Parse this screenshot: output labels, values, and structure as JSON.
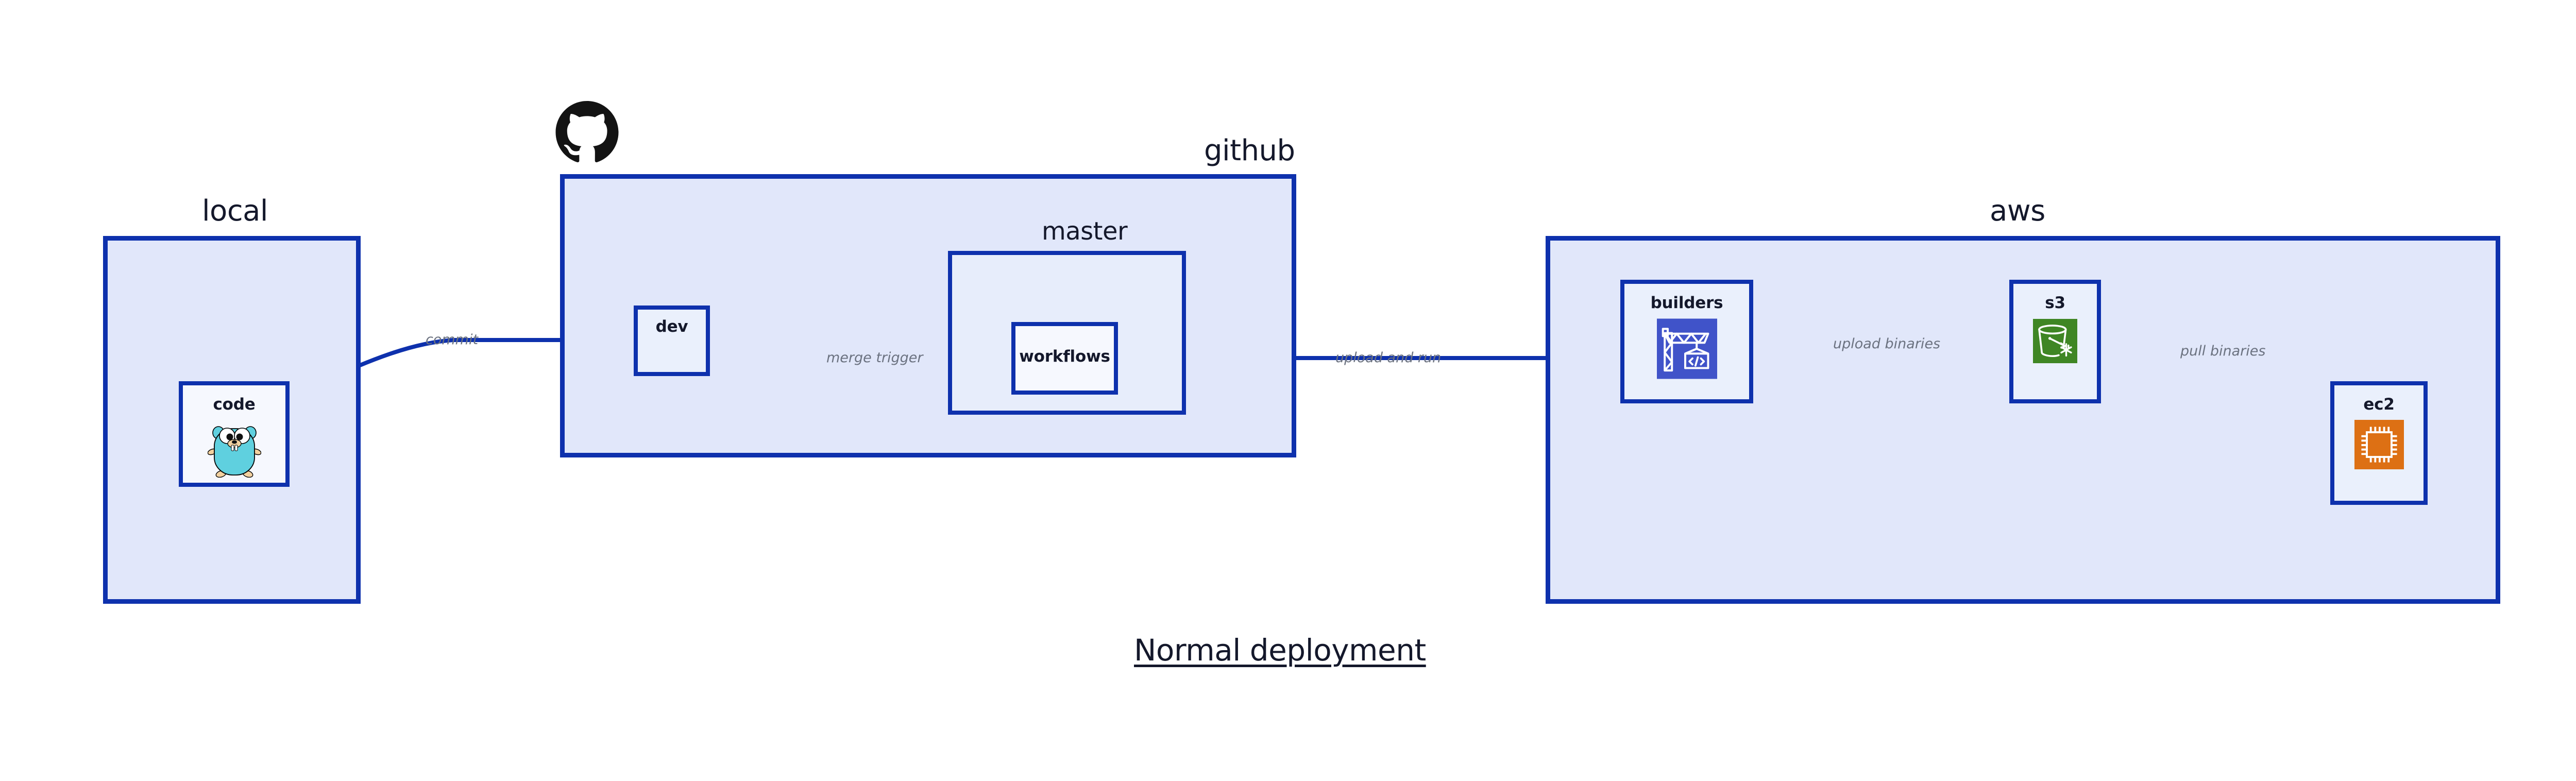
{
  "diagram": {
    "title": "Normal deployment",
    "background_color": "#ffffff",
    "accent_color": "#0e31ad",
    "group_fill": "#e1e7fa",
    "node_fill": "#eaf0fc",
    "label_color": "#14182b",
    "edge_label_color": "#6b7280"
  },
  "groups": [
    {
      "id": "local",
      "label": "local",
      "nodes": [
        {
          "id": "code",
          "label": "code",
          "icon": "go-gopher-icon"
        }
      ]
    },
    {
      "id": "github",
      "label": "github",
      "icon": "github-octocat-icon",
      "nodes": [
        {
          "id": "dev",
          "label": "dev",
          "icon": "none"
        }
      ],
      "subgroups": [
        {
          "id": "master",
          "label": "master",
          "nodes": [
            {
              "id": "workflows",
              "label": "workflows",
              "icon": "none"
            }
          ]
        }
      ]
    },
    {
      "id": "aws",
      "label": "aws",
      "nodes": [
        {
          "id": "builders",
          "label": "builders",
          "icon": "aws-codebuild-crane-icon",
          "icon_color": "#4053c9"
        },
        {
          "id": "s3",
          "label": "s3",
          "icon": "aws-s3-bucket-icon",
          "icon_color": "#3f8624"
        },
        {
          "id": "ec2",
          "label": "ec2",
          "icon": "aws-ec2-chip-icon",
          "icon_color": "#dd7014"
        }
      ]
    }
  ],
  "edges": [
    {
      "id": "code-to-dev",
      "label": "commit",
      "from": "code",
      "to": "dev"
    },
    {
      "id": "dev-to-workflows",
      "label": "merge trigger",
      "from": "dev",
      "to": "workflows"
    },
    {
      "id": "workflows-to-builders",
      "label": "upload and run",
      "from": "workflows",
      "to": "builders"
    },
    {
      "id": "builders-to-s3",
      "label": "upload binaries",
      "from": "builders",
      "to": "s3"
    },
    {
      "id": "s3-to-ec2",
      "label": "pull binaries",
      "from": "s3",
      "to": "ec2"
    }
  ]
}
